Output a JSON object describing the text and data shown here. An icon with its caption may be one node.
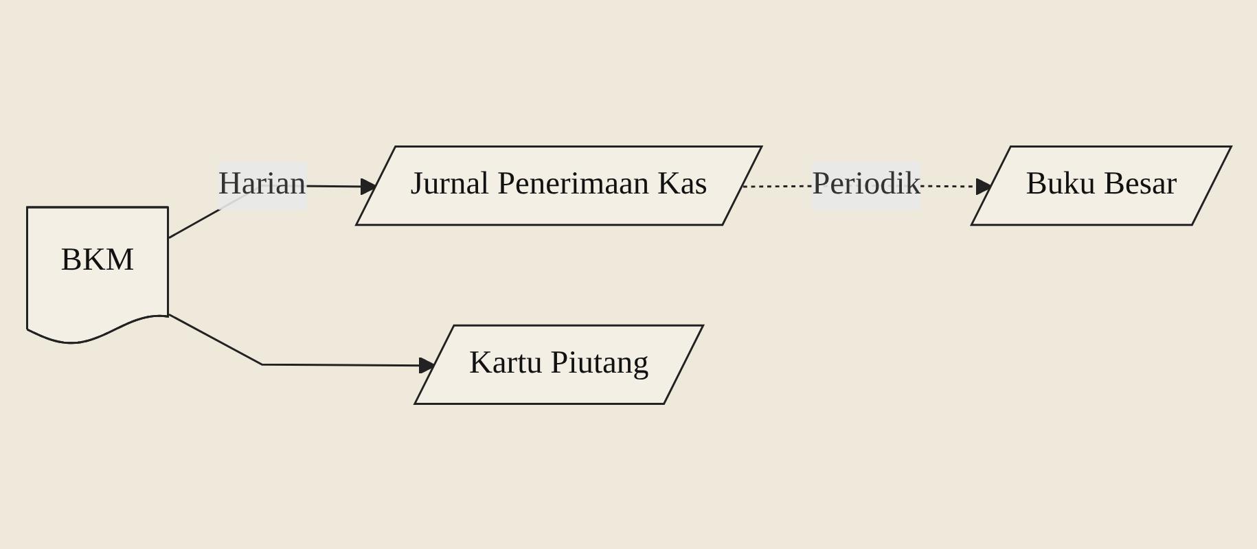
{
  "diagram": {
    "nodes": [
      {
        "text": [
          "BKM"
        ]
      },
      {
        "text": [
          "Jurnal Penerimaan Kas"
        ]
      },
      {
        "text": [
          "Buku Besar"
        ]
      },
      {
        "text": [
          "Kartu Piutang"
        ]
      }
    ],
    "edges": [
      {
        "from": 0,
        "to": 1,
        "arrow": "to",
        "label": "Harian"
      },
      {
        "from": 1,
        "to": 2,
        "arrow": "to",
        "label": "Periodik",
        "style": "dashed"
      },
      {
        "from": 0,
        "to": 3,
        "arrow": "to"
      }
    ]
  }
}
